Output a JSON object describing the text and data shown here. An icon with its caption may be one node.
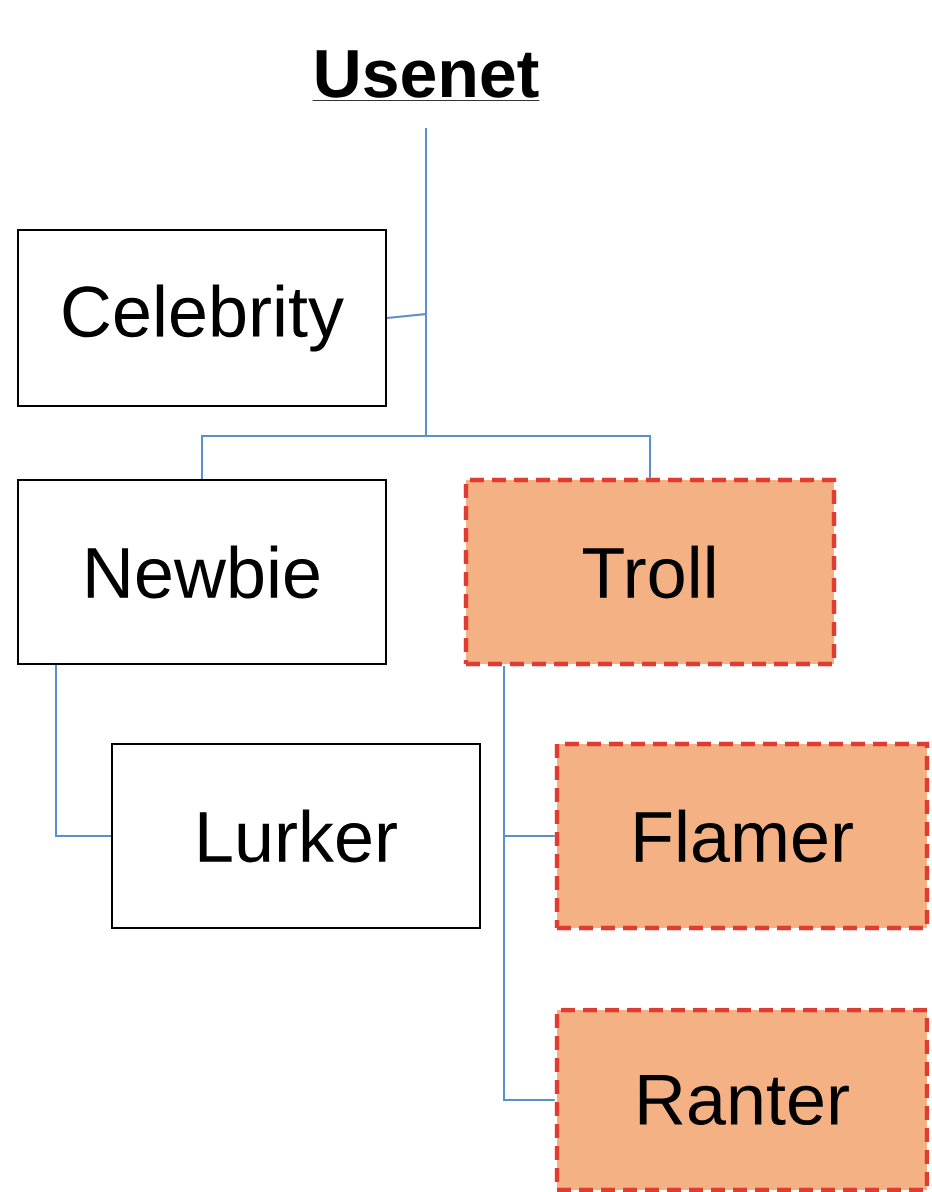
{
  "diagram": {
    "nodes": [
      {
        "text": [
          "Usenet"
        ]
      },
      {
        "text": [
          "Celebrity"
        ]
      },
      {
        "text": [
          "Newbie"
        ]
      },
      {
        "text": [
          "Troll"
        ]
      },
      {
        "text": [
          "Lurker"
        ]
      },
      {
        "text": [
          "Flamer"
        ]
      },
      {
        "text": [
          "Ranter"
        ]
      }
    ],
    "edges": [
      {
        "from": 0,
        "to": 1,
        "arrow": "none"
      },
      {
        "from": 0,
        "to": 2,
        "arrow": "none"
      },
      {
        "from": 0,
        "to": 3,
        "arrow": "none"
      },
      {
        "from": 2,
        "to": 4,
        "arrow": "none"
      },
      {
        "from": 3,
        "to": 5,
        "arrow": "none"
      },
      {
        "from": 3,
        "to": 6,
        "arrow": "none"
      }
    ]
  }
}
